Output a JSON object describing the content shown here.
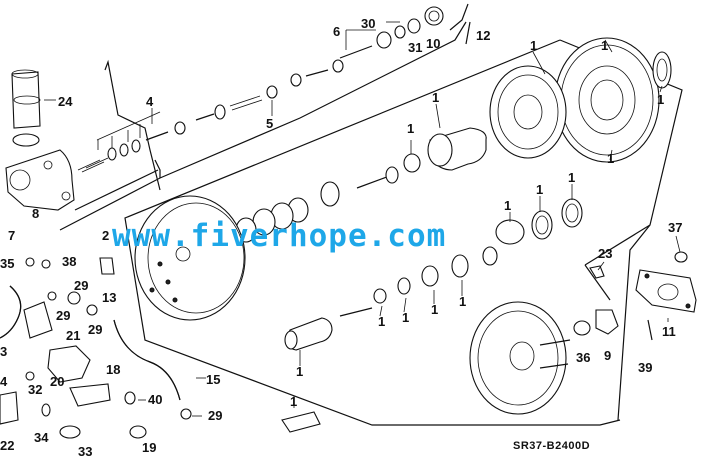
{
  "diagram": {
    "labels": [
      "1",
      "2",
      "3",
      "4",
      "5",
      "6",
      "7",
      "8",
      "9",
      "10",
      "11",
      "12",
      "13",
      "15",
      "18",
      "19",
      "20",
      "21",
      "22",
      "23",
      "24",
      "29",
      "30",
      "31",
      "32",
      "33",
      "34",
      "35",
      "36",
      "37",
      "38",
      "39",
      "40"
    ],
    "watermark": "www.fiverhope.com",
    "drawing_code": "SR37-B2400D"
  }
}
